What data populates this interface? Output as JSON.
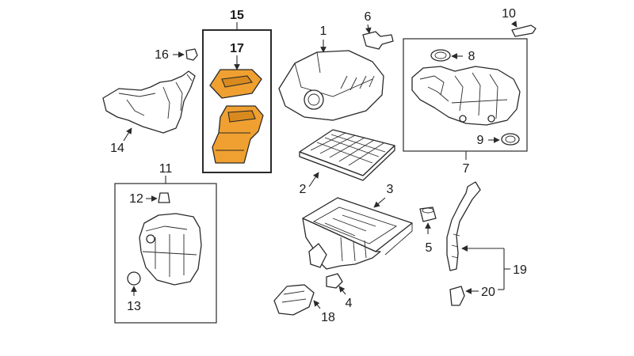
{
  "diagram": {
    "colors": {
      "highlight": "#f0a030",
      "highlight_shade": "#d98a1e",
      "line": "#2a2a2a",
      "background": "#ffffff"
    },
    "callouts": {
      "c1": "1",
      "c2": "2",
      "c3": "3",
      "c4": "4",
      "c5": "5",
      "c6": "6",
      "c7": "7",
      "c8": "8",
      "c9": "9",
      "c10": "10",
      "c11": "11",
      "c12": "12",
      "c13": "13",
      "c14": "14",
      "c15": "15",
      "c16": "16",
      "c17": "17",
      "c18": "18",
      "c19": "19",
      "c20": "20"
    },
    "highlighted_parts": [
      "17"
    ]
  }
}
